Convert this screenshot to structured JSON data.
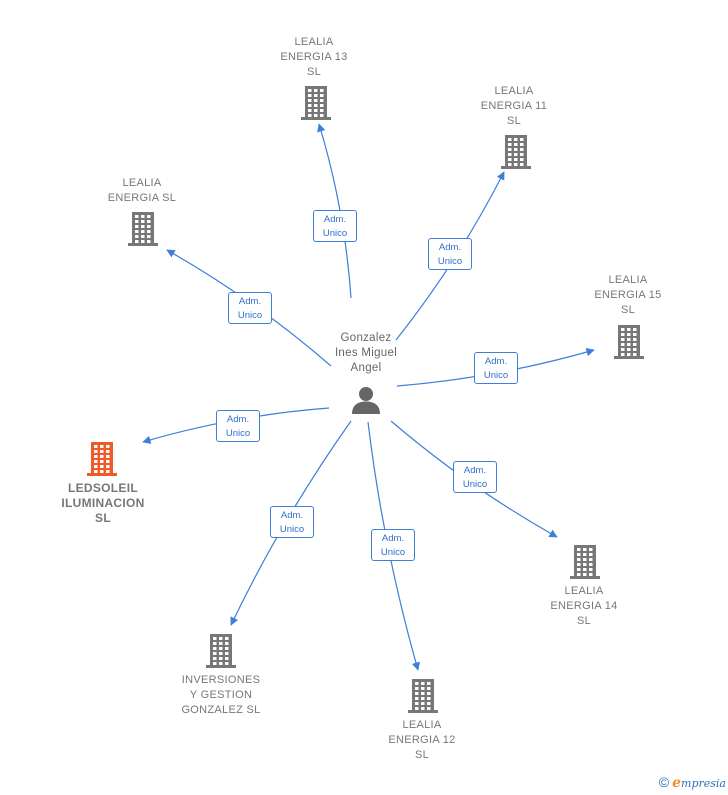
{
  "center": {
    "label": "Gonzalez\nInes Miguel\nAngel",
    "icon": "person-icon"
  },
  "nodes": [
    {
      "id": "lealia-13",
      "label": "LEALIA\nENERGIA 13\nSL",
      "icon": "building-icon",
      "color": "#777777"
    },
    {
      "id": "lealia-11",
      "label": "LEALIA\nENERGIA 11\nSL",
      "icon": "building-icon",
      "color": "#777777"
    },
    {
      "id": "lealia-sl",
      "label": "LEALIA\nENERGIA  SL",
      "icon": "building-icon",
      "color": "#777777"
    },
    {
      "id": "lealia-15",
      "label": "LEALIA\nENERGIA 15\nSL",
      "icon": "building-icon",
      "color": "#777777"
    },
    {
      "id": "ledsoleil",
      "label": "LEDSOLEIL\nILUMINACION\nSL",
      "icon": "building-icon",
      "color": "#f05a28"
    },
    {
      "id": "lealia-14",
      "label": "LEALIA\nENERGIA 14\nSL",
      "icon": "building-icon",
      "color": "#777777"
    },
    {
      "id": "inversiones",
      "label": "INVERSIONES\nY GESTION\nGONZALEZ  SL",
      "icon": "building-icon",
      "color": "#777777"
    },
    {
      "id": "lealia-12",
      "label": "LEALIA\nENERGIA 12\nSL",
      "icon": "building-icon",
      "color": "#777777"
    }
  ],
  "edges": [
    {
      "to": "lealia-13",
      "label_line1": "Adm.",
      "label_line2": "Unico"
    },
    {
      "to": "lealia-11",
      "label_line1": "Adm.",
      "label_line2": "Unico"
    },
    {
      "to": "lealia-sl",
      "label_line1": "Adm.",
      "label_line2": "Unico"
    },
    {
      "to": "lealia-15",
      "label_line1": "Adm.",
      "label_line2": "Unico"
    },
    {
      "to": "ledsoleil",
      "label_line1": "Adm.",
      "label_line2": "Unico"
    },
    {
      "to": "lealia-14",
      "label_line1": "Adm.",
      "label_line2": "Unico"
    },
    {
      "to": "inversiones",
      "label_line1": "Adm.",
      "label_line2": "Unico"
    },
    {
      "to": "lealia-12",
      "label_line1": "Adm.",
      "label_line2": "Unico"
    }
  ],
  "colors": {
    "edge": "#3d7fd9",
    "building": "#777777",
    "highlight": "#f05a28",
    "person": "#666666"
  },
  "footer": {
    "copyright": "©",
    "brand_initial": "e",
    "brand_rest": "mpresia"
  }
}
